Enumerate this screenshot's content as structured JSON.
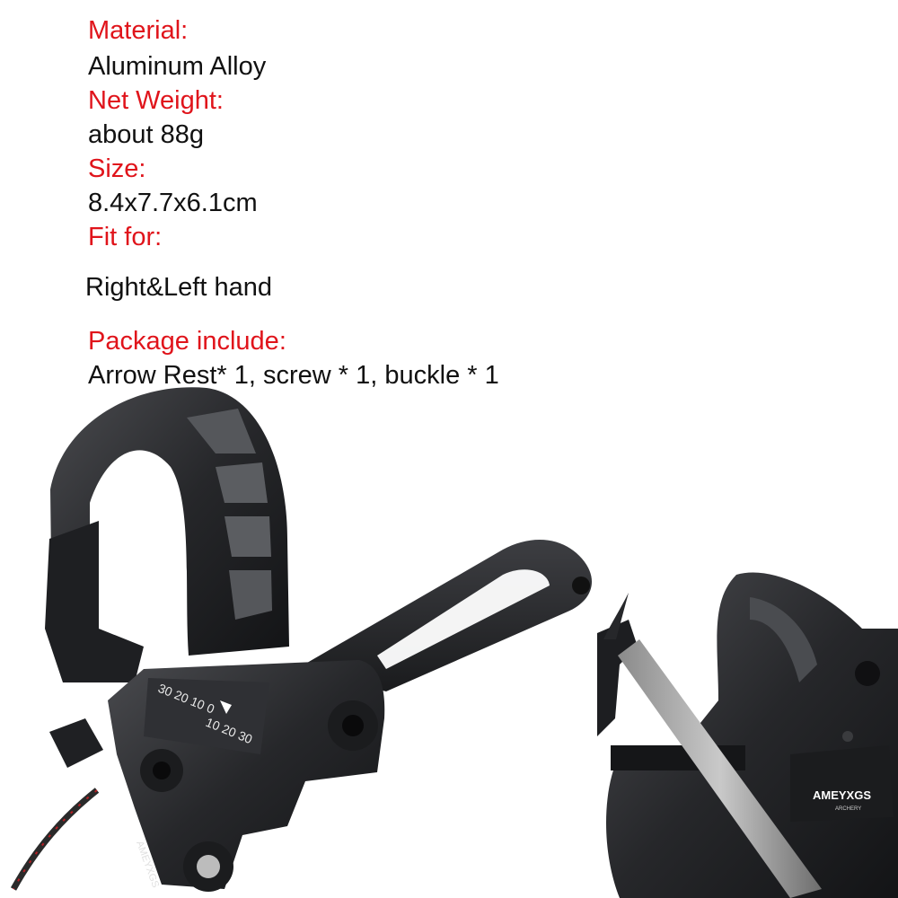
{
  "specs": {
    "material_label": "Material:",
    "material_value": "Aluminum Alloy",
    "weight_label": "Net Weight:",
    "weight_value": "about 88g",
    "size_label": "Size:",
    "size_value": "8.4x7.7x6.1cm",
    "fit_label": "Fit for:",
    "fit_value": "Right&Left hand",
    "package_label": "Package include:",
    "package_value": "Arrow Rest* 1, screw * 1, buckle * 1"
  },
  "product": {
    "scale_left": "30 20 10 0",
    "scale_right": "10 20 30",
    "brand_small": "AMEYXGS",
    "brand_large": "AMEYXGS",
    "brand_sub": "ARCHERY"
  },
  "colors": {
    "label": "#e0141b",
    "text": "#111111",
    "metal": "#2a2b2e"
  }
}
